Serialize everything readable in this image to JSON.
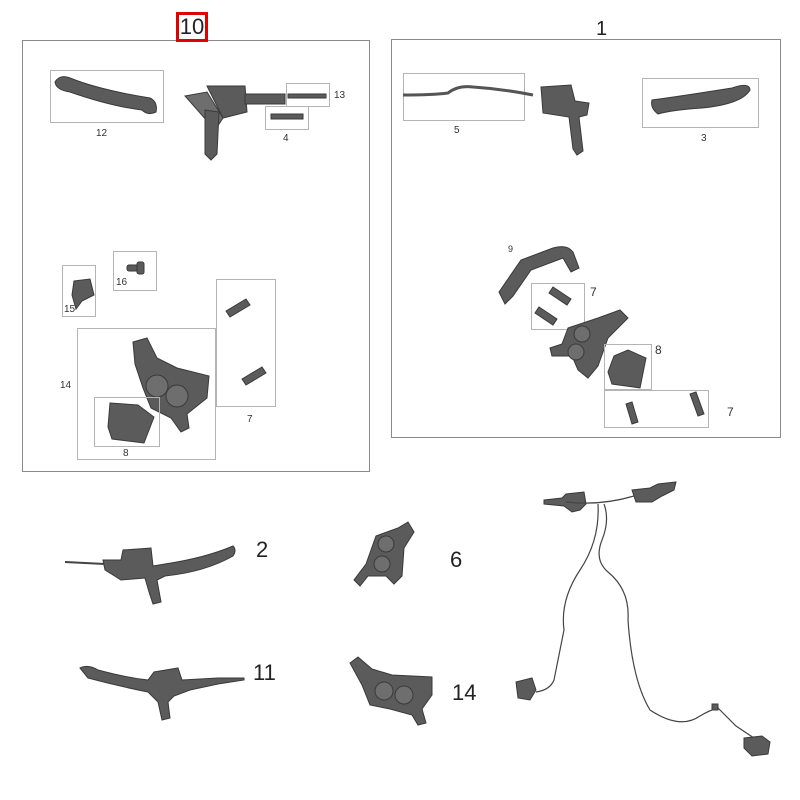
{
  "diagram": {
    "type": "exploded parts diagram - hydraulic brake system",
    "highlight_color": "#e00000",
    "groups": {
      "left": {
        "label": "10",
        "highlighted": true
      },
      "right": {
        "label": "1"
      }
    },
    "left_group_callouts": {
      "lever": "12",
      "banjo_bolt": "13",
      "pin": "4",
      "bracket": "15",
      "screw": "16",
      "caliper": "14",
      "bolts": "7",
      "pad": "8"
    },
    "right_group_callouts": {
      "hose": "5",
      "lever": "3",
      "bracket": "9",
      "bolts_upper": "7",
      "pad": "8",
      "bolts_lower": "7"
    },
    "standalone_callouts": {
      "master_cylinder_right": "2",
      "master_cylinder_left": "11",
      "caliper_front": "6",
      "caliper_rear": "14"
    }
  }
}
